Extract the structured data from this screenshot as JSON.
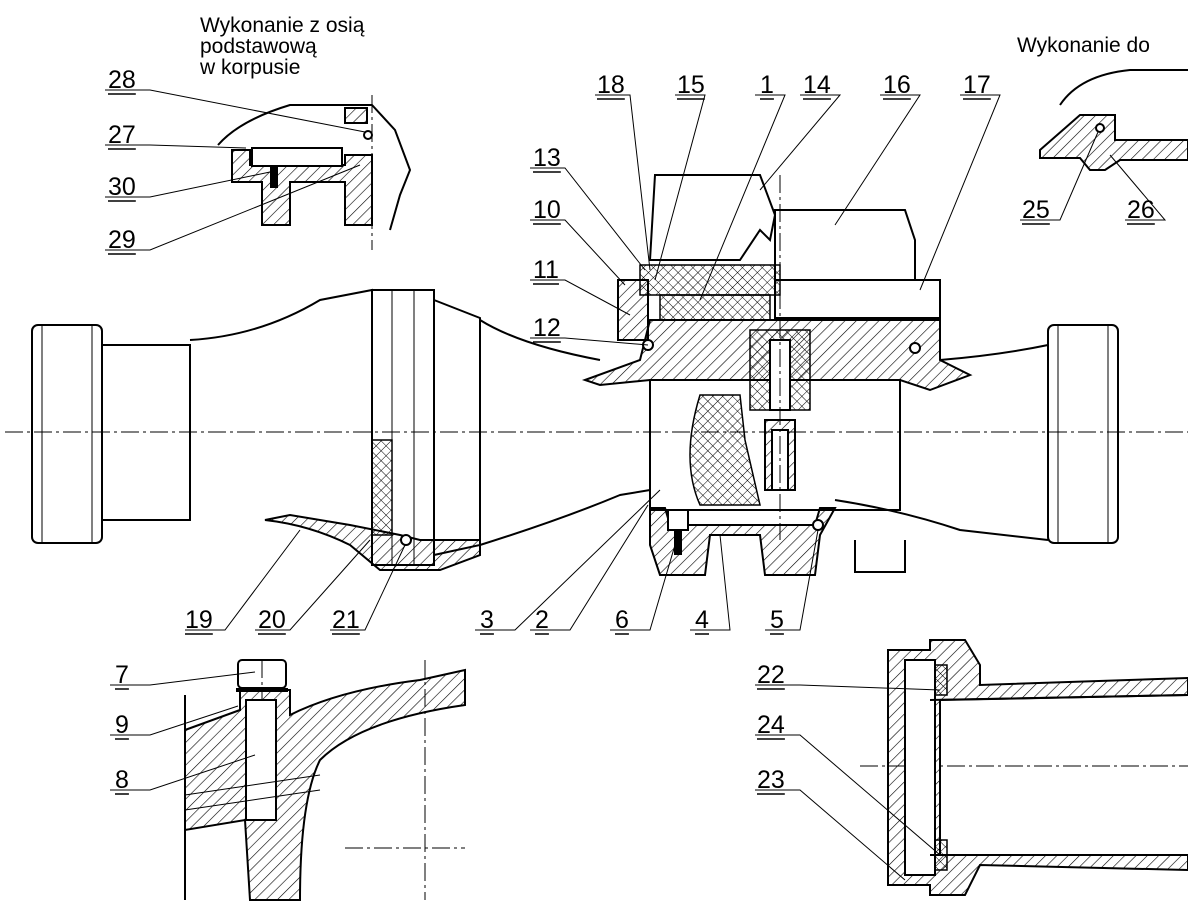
{
  "captions": {
    "top_left_line1": "Wykonanie z osią",
    "top_left_line2": "podstawową",
    "top_left_line3": "w korpusie",
    "top_right": "Wykonanie do"
  },
  "labels": [
    "28",
    "27",
    "30",
    "29",
    "18",
    "15",
    "1",
    "14",
    "16",
    "17",
    "13",
    "10",
    "11",
    "12",
    "19",
    "20",
    "21",
    "3",
    "2",
    "6",
    "4",
    "5",
    "7",
    "9",
    "8",
    "22",
    "24",
    "23",
    "25",
    "26"
  ]
}
